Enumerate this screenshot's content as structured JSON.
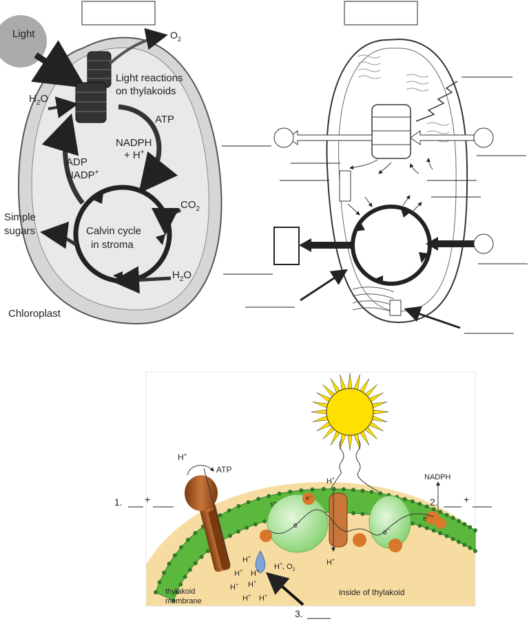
{
  "panel_a": {
    "light": "Light",
    "o2": "O",
    "o2_sub": "2",
    "light_reactions_line1": "Light reactions",
    "light_reactions_line2": "on thylakoids",
    "h2o_top": "H",
    "h2o_top_sub": "2",
    "h2o_top_tail": "O",
    "atp": "ATP",
    "nadph": "NADPH",
    "plus_h": "+ H",
    "plus_h_sup": "+",
    "adp": "ADP",
    "nadp": "NADP",
    "nadp_sup": "+",
    "co2": "CO",
    "co2_sub": "2",
    "simple_line1": "Simple",
    "simple_line2": "sugars",
    "calvin_line1": "Calvin cycle",
    "calvin_line2": "in stroma",
    "h2o_bottom": "H",
    "h2o_bottom_sub": "2",
    "h2o_bottom_tail": "O",
    "chloroplast": "Chloroplast"
  },
  "panel_c": {
    "h_plus_left": "H",
    "sup_plus": "+",
    "atp": "ATP",
    "label1_num": "1.",
    "label1_plus": "+",
    "stroma": "stroma",
    "h_plus_center": "H",
    "h_plus_below": "H",
    "e_minus": "e",
    "minus": "−",
    "nadph": "NADPH",
    "label2_num": "2.",
    "label2_plus": "+",
    "h_plus_inside": "H",
    "h_o2": "H",
    "h_o2_tail": ", O",
    "sub2": "2",
    "thylakoid_line1": "thylakoid",
    "thylakoid_line2": "membrane",
    "inside_thylakoid": "inside of thylakoid",
    "label3_num": "3."
  },
  "colors": {
    "membrane_green": "#5cb83c",
    "membrane_head": "#2f7a2a",
    "lumen": "#f6dca0",
    "atp_synthase": "#a85a1e",
    "photosystem": "#9fdd8c",
    "carrier": "#d9772a",
    "sun": "#ffe000",
    "water_drop": "#7fa6d8"
  }
}
